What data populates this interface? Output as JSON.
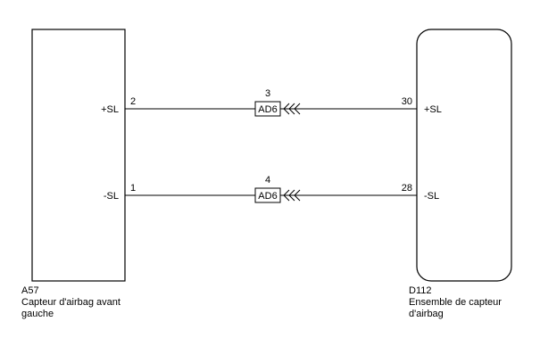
{
  "components": {
    "left": {
      "code": "A57",
      "name_line1": "Capteur d'airbag avant",
      "name_line2": "gauche"
    },
    "right": {
      "code": "D112",
      "name_line1": "Ensemble de capteur",
      "name_line2": "d'airbag"
    }
  },
  "wires": [
    {
      "left_signal": "+SL",
      "left_pin": "2",
      "connector_number": "3",
      "connector_code": "AD6",
      "right_pin": "30",
      "right_signal": "+SL"
    },
    {
      "left_signal": "-SL",
      "left_pin": "1",
      "connector_number": "4",
      "connector_code": "AD6",
      "right_pin": "28",
      "right_signal": "-SL"
    }
  ]
}
